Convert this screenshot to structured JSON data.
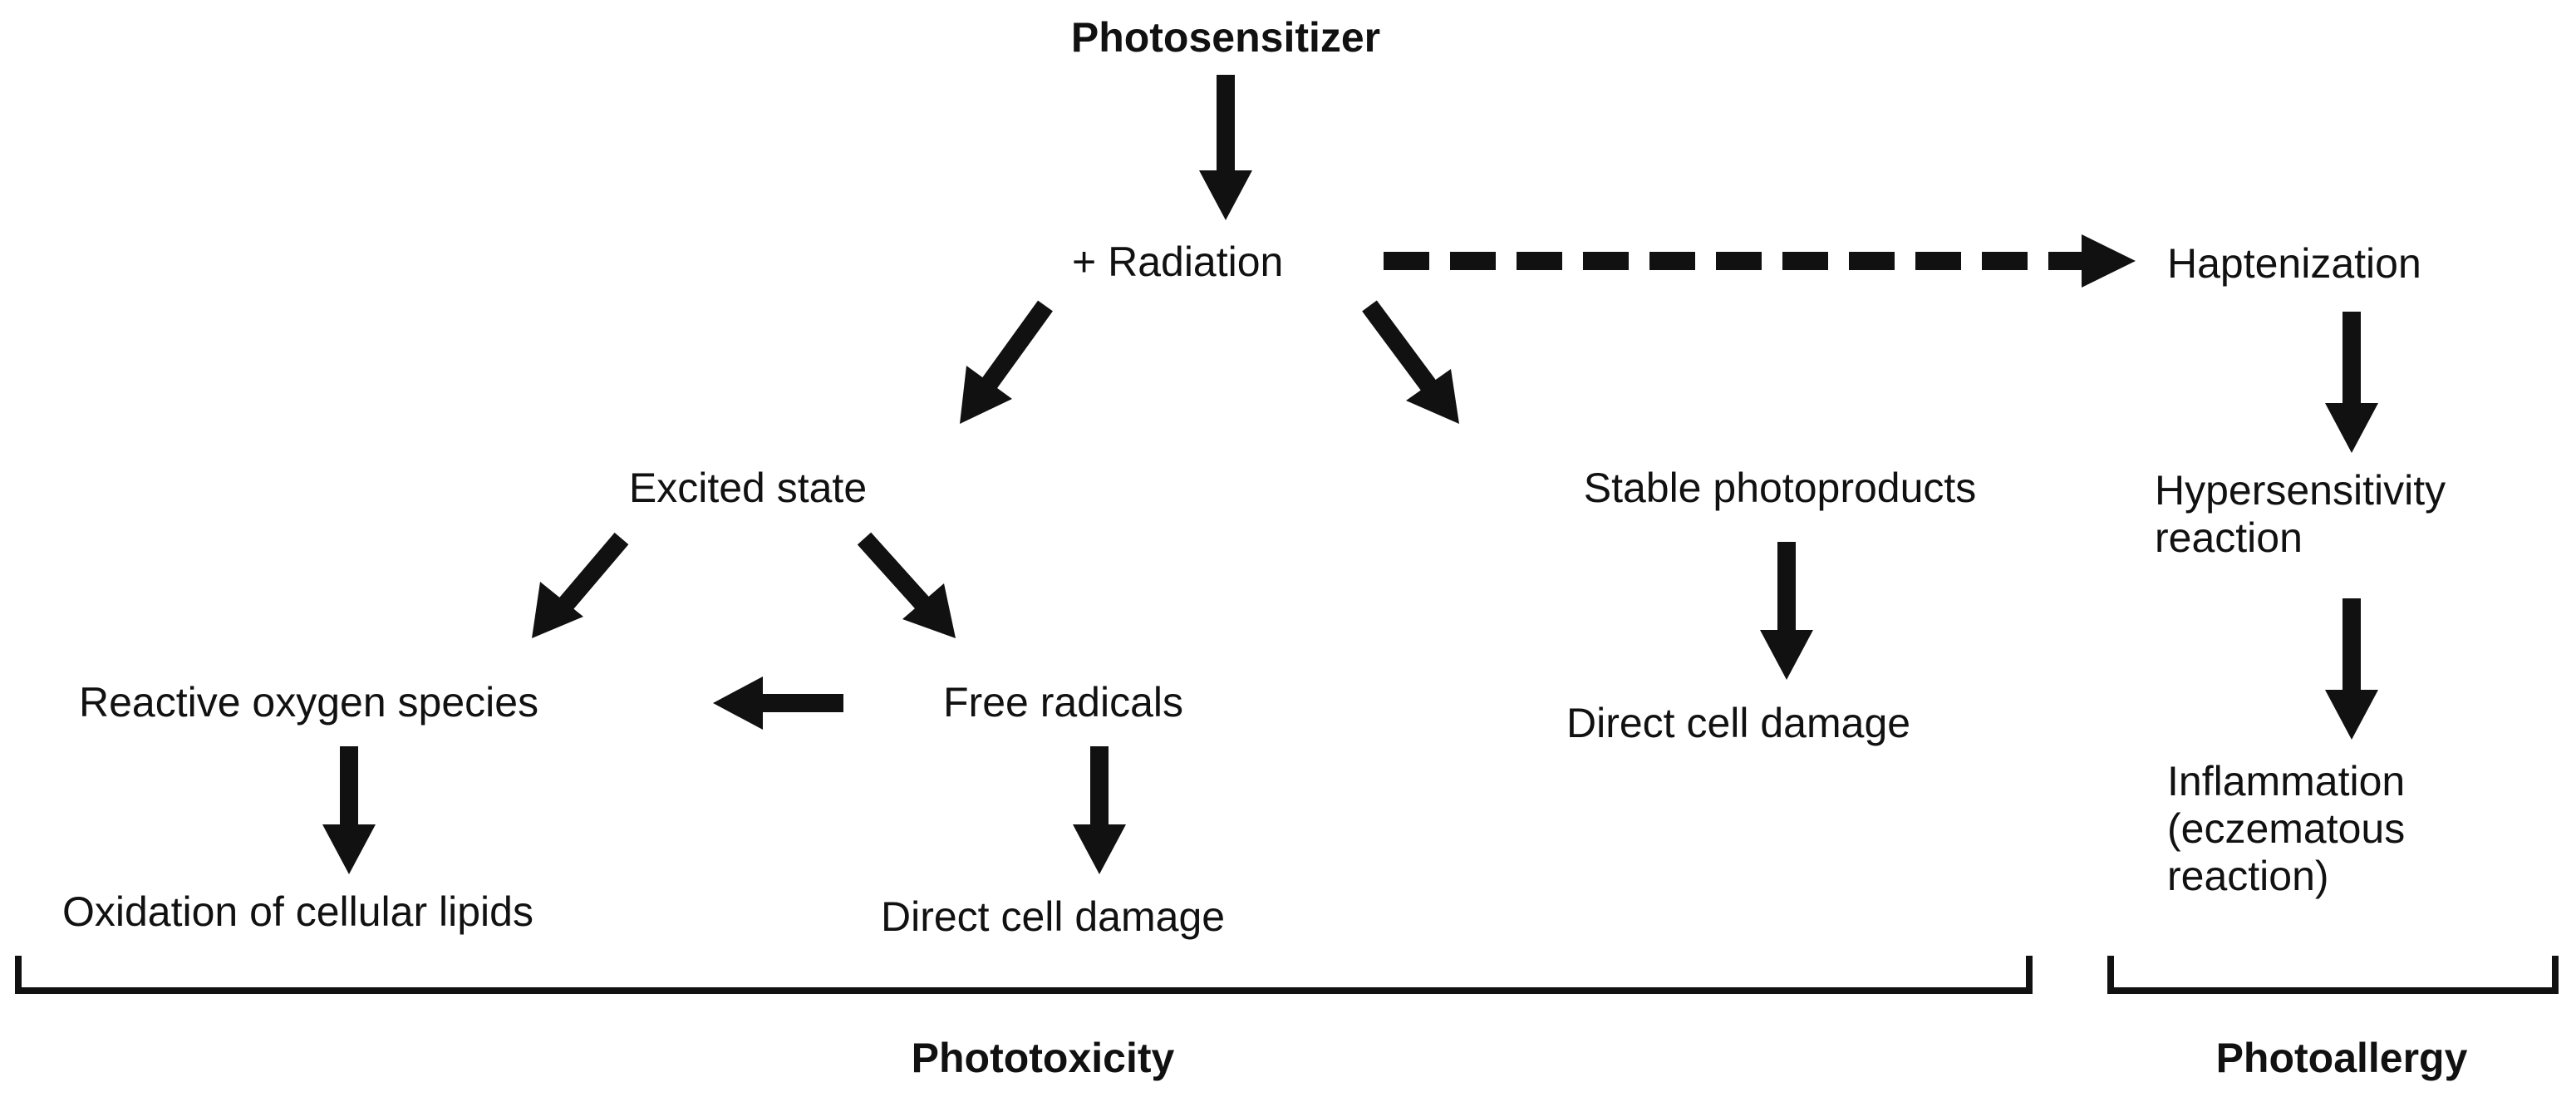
{
  "nodes": {
    "photosensitizer": "Photosensitizer",
    "radiation": "+ Radiation",
    "haptenization": "Haptenization",
    "excited_state": "Excited state",
    "stable_photoproducts": "Stable photoproducts",
    "hypersensitivity": [
      "Hypersensitivity",
      "reaction"
    ],
    "reactive_oxygen_species": "Reactive oxygen species",
    "free_radicals": "Free radicals",
    "direct_cell_damage_right": "Direct cell damage",
    "inflammation": [
      "Inflammation",
      "(eczematous",
      "reaction)"
    ],
    "oxidation_lipids": "Oxidation of cellular lipids",
    "direct_cell_damage_left": "Direct cell damage"
  },
  "groups": {
    "phototoxicity": "Phototoxicity",
    "photoallergy": "Photoallergy"
  },
  "colors": {
    "ink": "#111111",
    "background": "#ffffff"
  }
}
